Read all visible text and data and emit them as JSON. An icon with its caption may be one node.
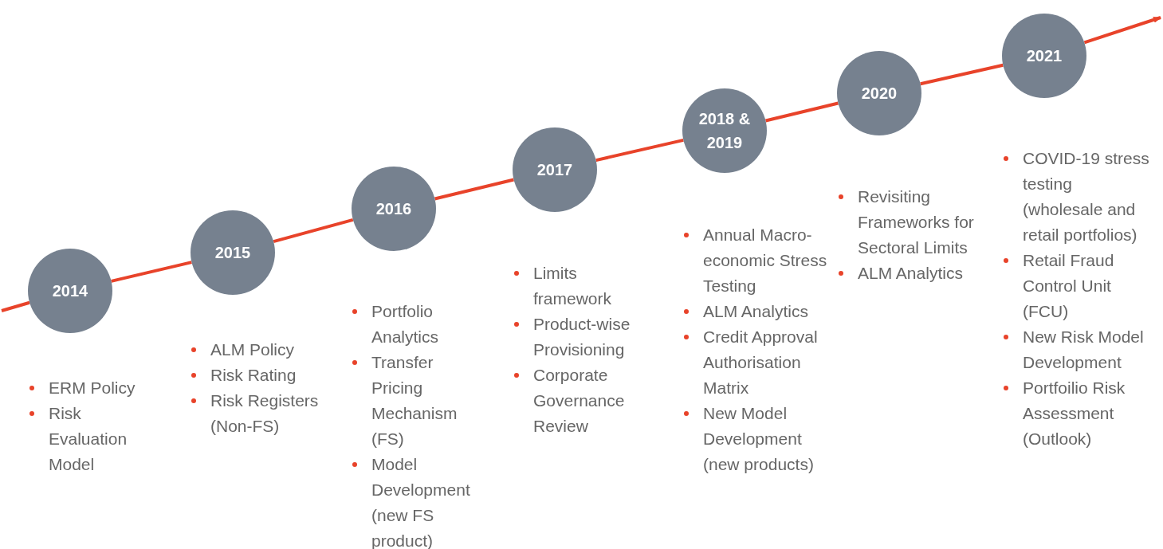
{
  "diagram": {
    "nodes": [
      {
        "text": [
          "2014"
        ],
        "beside": [
          "ERM Policy",
          "Risk Evaluation Model"
        ]
      },
      {
        "text": [
          "2015"
        ],
        "beside": [
          "ALM Policy",
          "Risk Rating",
          "Risk Registers (Non-FS)"
        ]
      },
      {
        "text": [
          "2016"
        ],
        "beside": [
          "Portfolio Analytics",
          "Transfer Pricing Mechanism (FS)",
          "Model Development (new FS product)"
        ]
      },
      {
        "text": [
          "2017"
        ],
        "beside": [
          "Limits framework",
          "Product-wise Provisioning",
          "Corporate Governance Review"
        ]
      },
      {
        "text": [
          "2018 & 2019"
        ],
        "beside": [
          "Annual Macro-economic Stress Testing",
          "ALM Analytics",
          "Credit Approval Authorisation Matrix",
          "New Model Development (new products)"
        ]
      },
      {
        "text": [
          "2020"
        ],
        "beside": [
          "Revisiting Frameworks for Sectoral Limits",
          "ALM Analytics"
        ]
      },
      {
        "text": [
          "2021"
        ],
        "beside": [
          "COVID-19 stress testing (wholesale and retail portfolios)",
          "Retail Fraud Control Unit (FCU)",
          "New Risk Model Development",
          "Portfoilio Risk Assessment (Outlook)"
        ]
      }
    ],
    "edges": [
      {
        "from": null,
        "to": 0,
        "arrow": "none"
      },
      {
        "from": 0,
        "to": 1,
        "arrow": "none"
      },
      {
        "from": 1,
        "to": 2,
        "arrow": "none"
      },
      {
        "from": 2,
        "to": 3,
        "arrow": "none"
      },
      {
        "from": 3,
        "to": 4,
        "arrow": "none"
      },
      {
        "from": 4,
        "to": 5,
        "arrow": "none"
      },
      {
        "from": 5,
        "to": 6,
        "arrow": "none"
      },
      {
        "from": 6,
        "to": null,
        "arrow": "to"
      }
    ]
  }
}
